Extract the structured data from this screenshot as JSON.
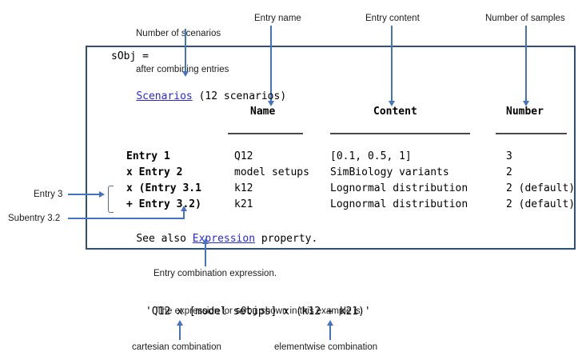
{
  "colors": {
    "arrow_blue": "#4472C4",
    "box_border": "#2E5077",
    "link_blue": "#2A2AD9",
    "header_rule": "#4A4A4A"
  },
  "annotations": {
    "scenario_count_line1": "Number of scenarios",
    "scenario_count_line2": "after combining entries",
    "entry_name": "Entry name",
    "entry_content": "Entry content",
    "number_of_samples": "Number of samples",
    "entry3": "Entry 3",
    "subentry32": "Subentry 3.2",
    "expression_label": "Entry combination expression.",
    "sentence_pre": "The expression for ",
    "sentence_code": "sObj",
    "sentence_post": " shown in this example is:",
    "expression_code": "'Q12 x [model setups] x (k12 + k21)'",
    "cartesian": "cartesian combination",
    "elementwise": "elementwise combination"
  },
  "console": {
    "prompt": "sObj =",
    "scenarios_link": "Scenarios",
    "scenarios_count": " (12 scenarios)",
    "headers": {
      "name": "Name",
      "content": "Content",
      "number": "Number"
    },
    "rows": [
      {
        "entry": "Entry 1",
        "name": "Q12",
        "content": "[0.1, 0.5, 1]",
        "number": "3"
      },
      {
        "entry": "x Entry 2",
        "name": "model setups",
        "content": "SimBiology variants",
        "number": "2"
      },
      {
        "entry": "x (Entry 3.1",
        "name": "k12",
        "content": "Lognormal distribution",
        "number": "2 (default)"
      },
      {
        "entry": "+ Entry 3.2)",
        "name": "k21",
        "content": "Lognormal distribution",
        "number": "2 (default)"
      }
    ],
    "see_also_pre": "See also ",
    "see_also_link": "Expression",
    "see_also_post": " property."
  }
}
